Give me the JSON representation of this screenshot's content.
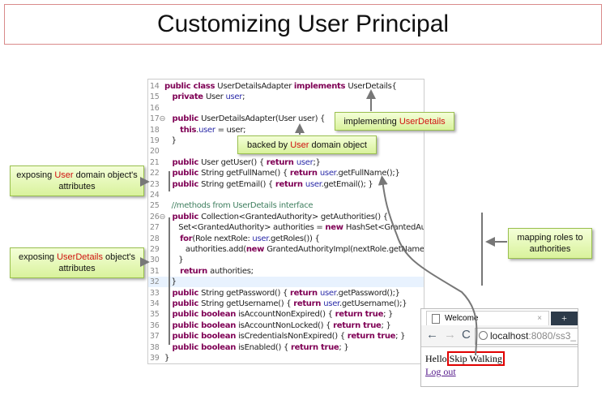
{
  "title": "Customizing User Principal",
  "code_lines": [
    {
      "n": "14",
      "segs": [
        [
          "public class ",
          "kw"
        ],
        [
          "UserDetailsAdapter ",
          ""
        ],
        [
          "implements ",
          "kw"
        ],
        [
          "UserDetails{",
          ""
        ]
      ]
    },
    {
      "n": "15",
      "segs": [
        [
          "   private ",
          "kw"
        ],
        [
          "User ",
          ""
        ],
        [
          "user",
          "fld"
        ],
        [
          ";",
          ""
        ]
      ]
    },
    {
      "n": "16",
      "segs": []
    },
    {
      "n": "17⊖",
      "segs": [
        [
          "   public ",
          "kw"
        ],
        [
          "UserDetailsAdapter(User user) {",
          ""
        ]
      ]
    },
    {
      "n": "18",
      "segs": [
        [
          "      this",
          "kw"
        ],
        [
          ".",
          ""
        ],
        [
          "user",
          "fld"
        ],
        [
          " = user;",
          ""
        ]
      ]
    },
    {
      "n": "19",
      "segs": [
        [
          "   }",
          ""
        ]
      ]
    },
    {
      "n": "20",
      "segs": []
    },
    {
      "n": "21",
      "segs": [
        [
          "   public ",
          "kw"
        ],
        [
          "User getUser() { ",
          ""
        ],
        [
          "return ",
          "kw"
        ],
        [
          "user",
          "fld"
        ],
        [
          ";}",
          ""
        ]
      ]
    },
    {
      "n": "22",
      "segs": [
        [
          "   public ",
          "kw"
        ],
        [
          "String getFullName() { ",
          ""
        ],
        [
          "return ",
          "kw"
        ],
        [
          "user",
          "fld"
        ],
        [
          ".getFullName();}",
          ""
        ]
      ]
    },
    {
      "n": "23",
      "segs": [
        [
          "   public ",
          "kw"
        ],
        [
          "String getEmail() { ",
          ""
        ],
        [
          "return ",
          "kw"
        ],
        [
          "user",
          "fld"
        ],
        [
          ".getEmail(); }",
          ""
        ]
      ]
    },
    {
      "n": "24",
      "segs": []
    },
    {
      "n": "25",
      "segs": [
        [
          "   //methods from UserDetails interface",
          "cm"
        ]
      ]
    },
    {
      "n": "26⊖",
      "segs": [
        [
          "   public ",
          "kw"
        ],
        [
          "Collection<GrantedAuthority> getAuthorities() {",
          ""
        ]
      ]
    },
    {
      "n": "27",
      "segs": [
        [
          "      Set<GrantedAuthority> authorities = ",
          ""
        ],
        [
          "new ",
          "kw"
        ],
        [
          "HashSet<GrantedAuthority>();",
          ""
        ]
      ]
    },
    {
      "n": "28",
      "segs": [
        [
          "      for",
          "kw"
        ],
        [
          "(Role nextRole: ",
          ""
        ],
        [
          "user",
          "fld"
        ],
        [
          ".getRoles()) {",
          ""
        ]
      ]
    },
    {
      "n": "29",
      "segs": [
        [
          "         authorities.add(",
          ""
        ],
        [
          "new ",
          "kw"
        ],
        [
          "GrantedAuthorityImpl(nextRole.getName()));",
          ""
        ]
      ]
    },
    {
      "n": "30",
      "segs": [
        [
          "      }",
          ""
        ]
      ]
    },
    {
      "n": "31",
      "segs": [
        [
          "      return ",
          "kw"
        ],
        [
          "authorities;",
          ""
        ]
      ]
    },
    {
      "n": "32",
      "segs": [
        [
          "   }",
          ""
        ]
      ],
      "hl": true
    },
    {
      "n": "33",
      "segs": [
        [
          "   public ",
          "kw"
        ],
        [
          "String getPassword() { ",
          ""
        ],
        [
          "return ",
          "kw"
        ],
        [
          "user",
          "fld"
        ],
        [
          ".getPassword();}",
          ""
        ]
      ]
    },
    {
      "n": "34",
      "segs": [
        [
          "   public ",
          "kw"
        ],
        [
          "String getUsername() { ",
          ""
        ],
        [
          "return ",
          "kw"
        ],
        [
          "user",
          "fld"
        ],
        [
          ".getUsername();}",
          ""
        ]
      ]
    },
    {
      "n": "35",
      "segs": [
        [
          "   public boolean ",
          "kw"
        ],
        [
          "isAccountNonExpired() { ",
          ""
        ],
        [
          "return true",
          "kw"
        ],
        [
          "; }",
          ""
        ]
      ]
    },
    {
      "n": "36",
      "segs": [
        [
          "   public boolean ",
          "kw"
        ],
        [
          "isAccountNonLocked() { ",
          ""
        ],
        [
          "return true",
          "kw"
        ],
        [
          "; }",
          ""
        ]
      ]
    },
    {
      "n": "37",
      "segs": [
        [
          "   public boolean ",
          "kw"
        ],
        [
          "isCredentialsNonExpired() { ",
          ""
        ],
        [
          "return true",
          "kw"
        ],
        [
          "; }",
          ""
        ]
      ]
    },
    {
      "n": "38",
      "segs": [
        [
          "   public boolean ",
          "kw"
        ],
        [
          "isEnabled() { ",
          ""
        ],
        [
          "return true",
          "kw"
        ],
        [
          "; }",
          ""
        ]
      ]
    },
    {
      "n": "39",
      "segs": [
        [
          "}",
          ""
        ]
      ]
    }
  ],
  "callouts": {
    "implementing": {
      "pre": "implementing ",
      "hl": "UserDetails",
      "post": ""
    },
    "backed": {
      "pre": "backed by ",
      "hl": "User",
      "post": " domain object"
    },
    "exposing_user": {
      "pre": "exposing ",
      "hl": "User",
      "post": " domain object's attributes"
    },
    "exposing_userdetails": {
      "pre": "exposing ",
      "hl": "UserDetails",
      "post": " object's attributes"
    },
    "mapping": {
      "text": "mapping roles to authorities"
    }
  },
  "browser": {
    "tab_title": "Welcome",
    "tab_close": "×",
    "new_tab": "+",
    "url_host": "localhost",
    "url_rest": ":8080/ss3_",
    "hello": "Hello",
    "username": "Skip Walking",
    "logout": "Log out"
  },
  "colors": {
    "keyword": "#7f0055",
    "highlight": "#d01010",
    "callout": "#d9f29c"
  }
}
